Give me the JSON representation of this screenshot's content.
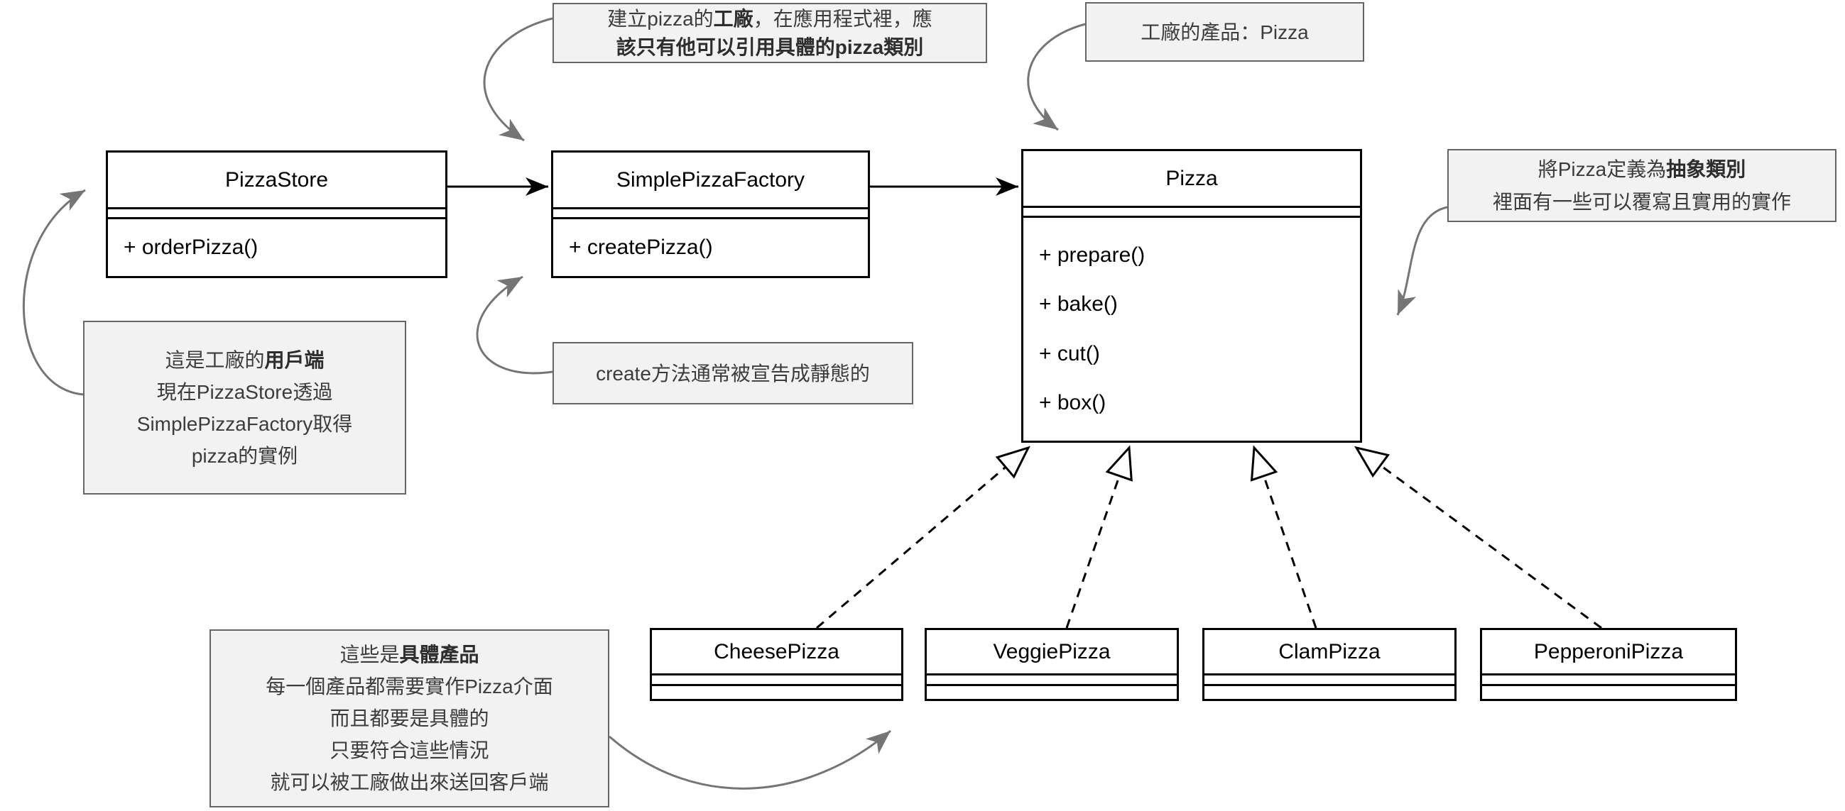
{
  "colors": {
    "canvas_bg": "#ffffff",
    "class_border": "#000000",
    "class_text": "#000000",
    "note_bg": "#f2f2f2",
    "note_border": "#666666",
    "note_text": "#3c3c3c",
    "annotation_arrow": "#757575"
  },
  "classes": {
    "pizza_store": {
      "name": "PizzaStore",
      "methods": [
        "+ orderPizza()"
      ]
    },
    "simple_pizza_factory": {
      "name": "SimplePizzaFactory",
      "methods": [
        "+ createPizza()"
      ]
    },
    "pizza": {
      "name": "Pizza",
      "methods": [
        "+ prepare()",
        "+ bake()",
        "+ cut()",
        "+ box()"
      ]
    },
    "cheese_pizza": {
      "name": "CheesePizza"
    },
    "veggie_pizza": {
      "name": "VeggiePizza"
    },
    "clam_pizza": {
      "name": "ClamPizza"
    },
    "pepperoni_pizza": {
      "name": "PepperoniPizza"
    }
  },
  "notes": {
    "factory": {
      "lines": [
        [
          {
            "t": "建立pizza的"
          },
          {
            "t": "工廠",
            "b": true
          },
          {
            "t": "，在應用程式裡，應"
          }
        ],
        [
          {
            "t": "該只有他可以引用具體的pizza類別",
            "b": true
          }
        ]
      ]
    },
    "product": {
      "lines": [
        [
          {
            "t": "工廠的產品：Pizza"
          }
        ]
      ]
    },
    "abstract": {
      "lines": [
        [
          {
            "t": "將Pizza定義為"
          },
          {
            "t": "抽象類別",
            "b": true
          }
        ],
        [
          {
            "t": "裡面有一些可以覆寫且實用的實作"
          }
        ]
      ]
    },
    "client": {
      "lines": [
        [
          {
            "t": "這是工廠的"
          },
          {
            "t": "用戶端",
            "b": true
          }
        ],
        [
          {
            "t": "現在PizzaStore透過"
          }
        ],
        [
          {
            "t": "SimplePizzaFactory取得"
          }
        ],
        [
          {
            "t": "pizza的實例"
          }
        ]
      ]
    },
    "create": {
      "lines": [
        [
          {
            "t": "create方法通常被宣告成靜態的"
          }
        ]
      ]
    },
    "products": {
      "lines": [
        [
          {
            "t": "這些是"
          },
          {
            "t": "具體產品",
            "b": true
          }
        ],
        [
          {
            "t": "每一個產品都需要實作Pizza介面"
          }
        ],
        [
          {
            "t": "而且都要是具體的"
          }
        ],
        [
          {
            "t": "只要符合這些情況"
          }
        ],
        [
          {
            "t": "就可以被工廠做出來送回客戶端"
          }
        ]
      ]
    }
  }
}
